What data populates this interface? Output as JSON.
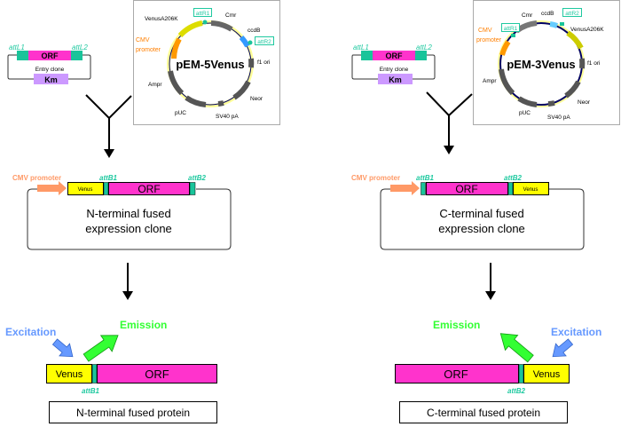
{
  "colors": {
    "att": "#19c49a",
    "att_text": "#1fc9a0",
    "orf": "#ff33cc",
    "venus": "#ffff00",
    "km": "#cc99ff",
    "cmv_arrow": "#ff9966",
    "cmv_text": "#ff9966",
    "cmv_plasmid_text": "#ff7f00",
    "excitation": "#6699ff",
    "emission": "#33ff33",
    "feature_gray": "#666666",
    "ccdb_left": "#3399ff",
    "ccdb_right": "#66ccff",
    "venus_plasmid_left": "#dddd00",
    "venus_plasmid_right": "#cccc00",
    "backbone": "#000066"
  },
  "left": {
    "entry_clone": {
      "attL1": "attL1",
      "attL2": "attL2",
      "orf": "ORF",
      "label": "Entry clone",
      "km": "Km"
    },
    "plasmid": {
      "name": "pEM-5Venus",
      "labels": {
        "venus": "VenusA206K",
        "attR1": "attR1",
        "cm": "Cmr",
        "ccdb": "ccdB",
        "attR2": "attR2",
        "cmv1": "CMV",
        "cmv2": "promoter",
        "f1": "f1 ori",
        "amp": "Ampr",
        "neo": "Neor",
        "puc": "pUC",
        "sv40": "SV40 pA"
      }
    },
    "expression_clone": {
      "cmv": "CMV promoter",
      "attB1": "attB1",
      "attB2": "attB2",
      "venus": "Venus",
      "orf": "ORF",
      "title1": "N-terminal fused",
      "title2": "expression clone"
    },
    "protein": {
      "excitation": "Excitation",
      "emission": "Emission",
      "venus": "Venus",
      "orf": "ORF",
      "att": "attB1",
      "label": "N-terminal fused protein"
    }
  },
  "right": {
    "entry_clone": {
      "attL1": "attL1",
      "attL2": "attL2",
      "orf": "ORF",
      "label": "Entry clone",
      "km": "Km"
    },
    "plasmid": {
      "name": "pEM-3Venus",
      "labels": {
        "venus": "VenusA206K",
        "attR1": "attR1",
        "cm": "Cmr",
        "ccdb": "ccdB",
        "attR2": "attR2",
        "cmv1": "CMV",
        "cmv2": "promoter",
        "f1": "f1 ori",
        "amp": "Ampr",
        "neo": "Neor",
        "puc": "pUC",
        "sv40": "SV40 pA"
      }
    },
    "expression_clone": {
      "cmv": "CMV promoter",
      "attB1": "attB1",
      "attB2": "attB2",
      "venus": "Venus",
      "orf": "ORF",
      "title1": "C-terminal fused",
      "title2": "expression clone"
    },
    "protein": {
      "excitation": "Excitation",
      "emission": "Emission",
      "venus": "Venus",
      "orf": "ORF",
      "att": "attB2",
      "label": "C-terminal fused protein"
    }
  }
}
